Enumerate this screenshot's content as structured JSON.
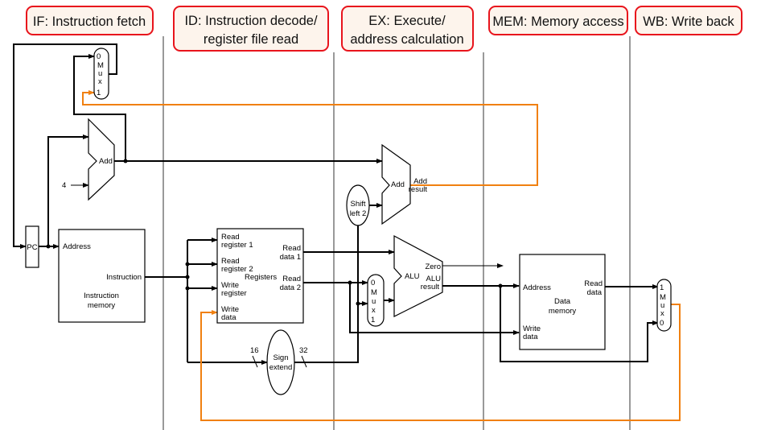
{
  "stages": [
    {
      "lines": [
        "IF: Instruction fetch"
      ]
    },
    {
      "lines": [
        "ID: Instruction decode/",
        "register file read"
      ]
    },
    {
      "lines": [
        "EX: Execute/",
        "address calculation"
      ]
    },
    {
      "lines": [
        "MEM: Memory access"
      ]
    },
    {
      "lines": [
        "WB: Write back"
      ]
    }
  ],
  "colors": {
    "stage_border": "#e8141c",
    "stage_fill": "#fdf4ec",
    "branch_path": "#f08010"
  },
  "if": {
    "pc": "PC",
    "const4": "4",
    "add": "Add",
    "mux": [
      "0",
      "M",
      "u",
      "x",
      "1"
    ],
    "imem": {
      "address": "Address",
      "instruction": "Instruction",
      "name1": "Instruction",
      "name2": "memory"
    }
  },
  "id": {
    "regs": {
      "read_reg1": [
        "Read",
        "register 1"
      ],
      "read_reg2": [
        "Read",
        "register 2"
      ],
      "write_reg": [
        "Write",
        "register"
      ],
      "write_data": [
        "Write",
        "data"
      ],
      "name": "Registers",
      "read_data1": [
        "Read",
        "data 1"
      ],
      "read_data2": [
        "Read",
        "data 2"
      ]
    },
    "sign_extend": [
      "Sign",
      "extend"
    ],
    "width_in": "16",
    "width_out": "32"
  },
  "ex": {
    "shift": [
      "Shift",
      "left 2"
    ],
    "add": "Add",
    "add_result": [
      "Add",
      "result"
    ],
    "mux": [
      "0",
      "M",
      "u",
      "x",
      "1"
    ],
    "alu": "ALU",
    "zero": "Zero",
    "alu_result": [
      "ALU",
      "result"
    ]
  },
  "mem": {
    "address": "Address",
    "read_data": [
      "Read",
      "data"
    ],
    "name": [
      "Data",
      "memory"
    ],
    "write_data": [
      "Write",
      "data"
    ]
  },
  "wb": {
    "mux": [
      "1",
      "M",
      "u",
      "x",
      "0"
    ]
  }
}
